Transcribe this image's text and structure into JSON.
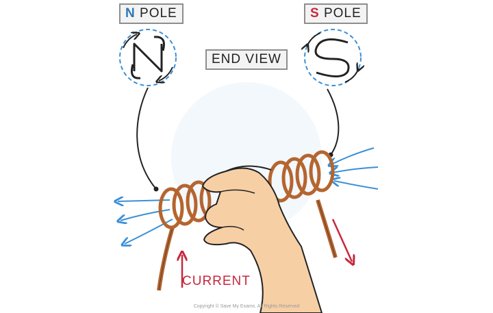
{
  "labels": {
    "n_pole": {
      "letter": "N",
      "word": "POLE"
    },
    "s_pole": {
      "letter": "S",
      "word": "POLE"
    },
    "end_view": "END VIEW",
    "current": "CURRENT",
    "copyright": "Copyright © Save My Exams. All Rights Reserved"
  },
  "colors": {
    "north": "#2f78b7",
    "south": "#c5283d",
    "field_lines": "#3a8fd6",
    "current_arrow": "#c5283d",
    "coil": "#b5652f",
    "skin": "#f7cfa5",
    "outline": "#222222",
    "label_box": "#f3f3f3"
  },
  "icons": {
    "n_end_view": "anticlockwise-circle-icon",
    "s_end_view": "clockwise-circle-icon"
  }
}
